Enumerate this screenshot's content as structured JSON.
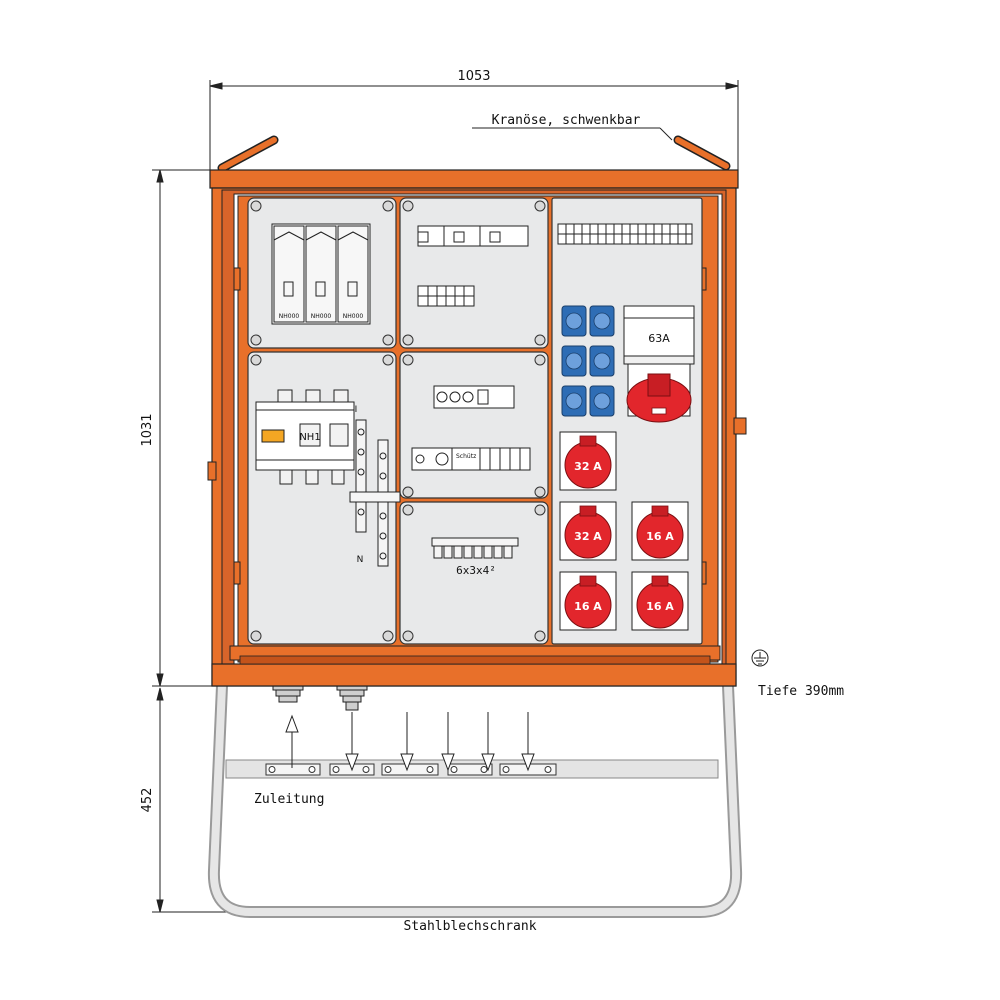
{
  "dimensions": {
    "width": "1053",
    "height_cabinet": "1031",
    "height_frame": "452"
  },
  "labels": {
    "crane_eye": "Kranöse, schwenkbar",
    "depth": "Tiefe 390mm",
    "supply": "Zuleitung",
    "cabinet_material": "Stahlblechschrank",
    "terminal_block": "6x3x4²",
    "neutral": "N",
    "pe": "I"
  },
  "fuse_bases": [
    "NH000",
    "NH000",
    "NH000"
  ],
  "disconnector_label": "NH1",
  "contactor_label": "Schütz",
  "main_socket": {
    "rating": "63A"
  },
  "cee_sockets": [
    {
      "rating": "32 A"
    },
    {
      "rating": "32 A"
    },
    {
      "rating": "16 A"
    },
    {
      "rating": "16 A"
    },
    {
      "rating": "16 A"
    }
  ],
  "colors": {
    "housing": "#e8702a",
    "housing_dark": "#c4531a",
    "panel": "#e8e9ea",
    "socket_red": "#e2262c",
    "schuko_blue": "#2e6db5"
  }
}
